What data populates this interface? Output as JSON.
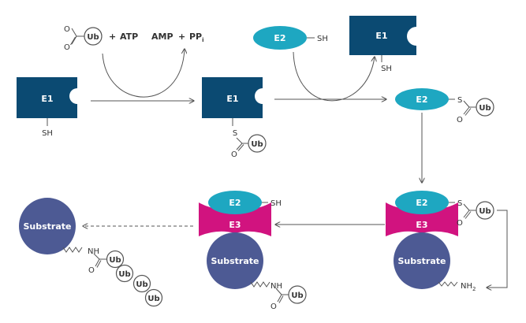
{
  "colors": {
    "e1": "#0b4a72",
    "e2": "#1ea7c1",
    "e3": "#d1137f",
    "substrate": "#4d5a94",
    "line": "#555555"
  },
  "labels": {
    "e1": "E1",
    "e2": "E2",
    "e3": "E3",
    "ub": "Ub",
    "substrate": "Substrate",
    "sh": "SH",
    "s": "S",
    "o": "O",
    "nh": "NH",
    "nh2": "NH",
    "nh2_sub": "2",
    "plus": "+",
    "atp": "ATP",
    "amp": "AMP",
    "pp": "PP",
    "pp_sub": "i"
  }
}
